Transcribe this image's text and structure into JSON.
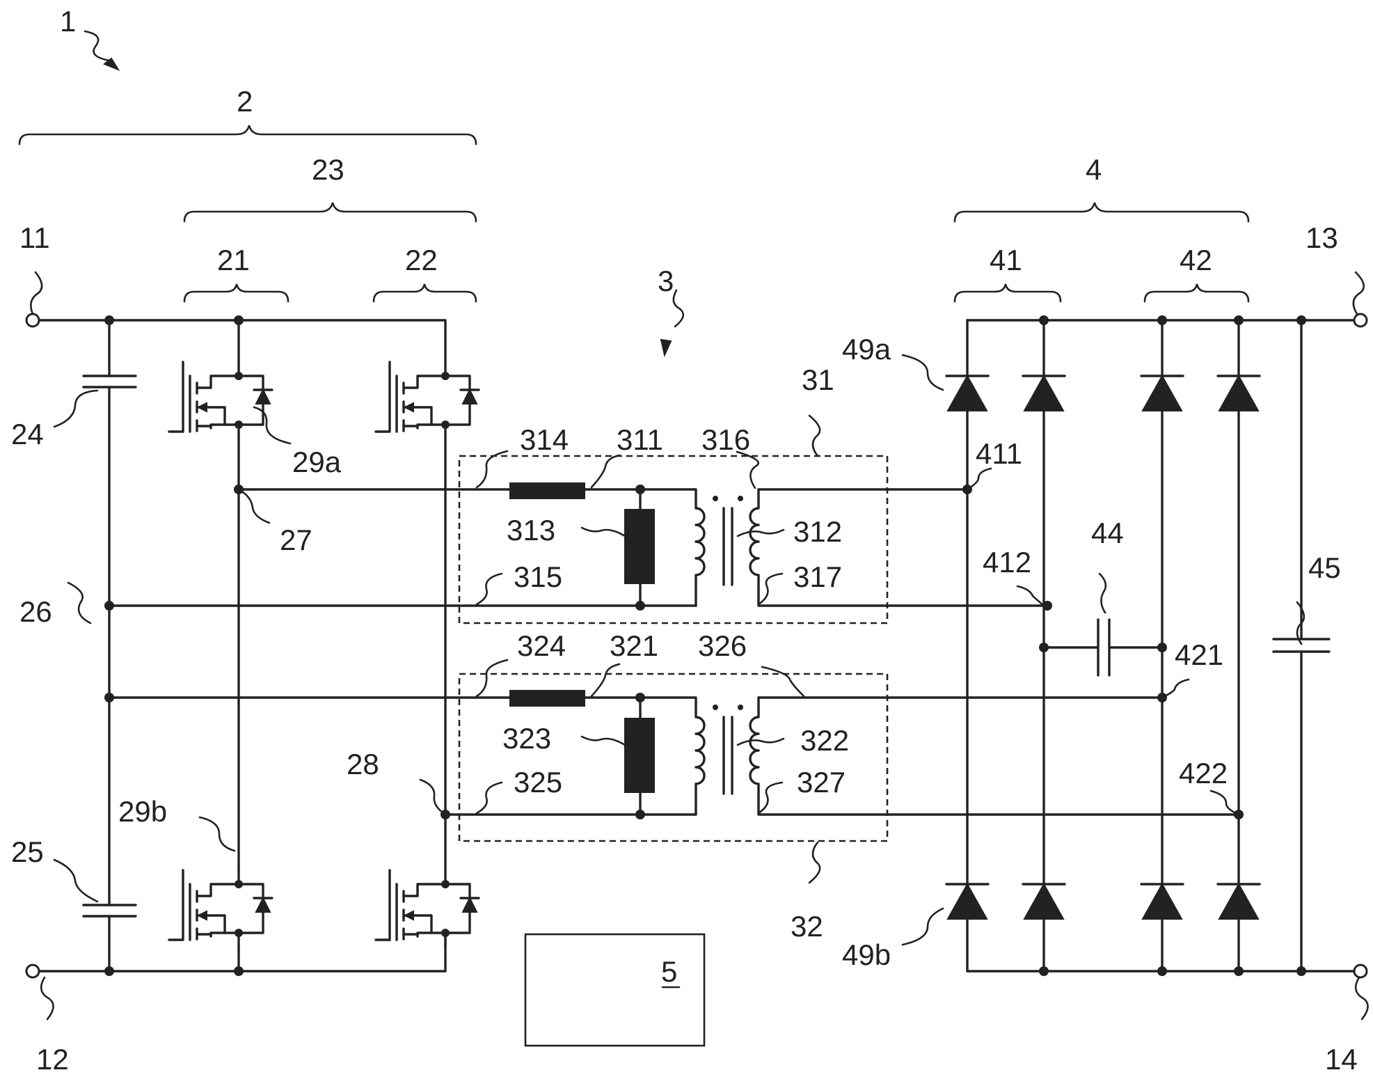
{
  "labels": {
    "converter": "1",
    "primary_stage": "2",
    "full_bridge": "23",
    "leg_21": "21",
    "leg_22": "22",
    "input_pos": "11",
    "input_neg": "12",
    "cap_24": "24",
    "cap_25": "25",
    "midpoint_26": "26",
    "node_27": "27",
    "node_28": "28",
    "switch_29a": "29a",
    "switch_29b": "29b",
    "transformer_stage": "3",
    "tr_unit_31": "31",
    "tr_unit_32": "32",
    "l_311": "311",
    "tr_312": "312",
    "l_313": "313",
    "w_314": "314",
    "w_315": "315",
    "w_316": "316",
    "w_317": "317",
    "l_321": "321",
    "tr_322": "322",
    "l_323": "323",
    "w_324": "324",
    "w_325": "325",
    "w_326": "326",
    "w_327": "327",
    "rectifier_stage": "4",
    "leg_41": "41",
    "leg_42": "42",
    "output_pos": "13",
    "output_neg": "14",
    "diode_49a": "49a",
    "diode_49b": "49b",
    "node_411": "411",
    "node_412": "412",
    "node_421": "421",
    "node_422": "422",
    "cap_44": "44",
    "cap_45": "45",
    "controller": "5"
  }
}
